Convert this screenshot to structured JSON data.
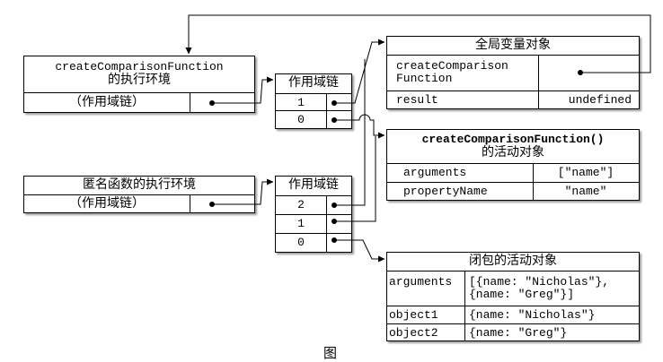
{
  "exec_context_1": {
    "line1": "createComparisonFunction",
    "line2": "的执行环境",
    "scope_label": "（作用域链）"
  },
  "exec_context_2": {
    "title": "匿名函数的执行环境",
    "scope_label": "（作用域链）"
  },
  "scope_chain_1": {
    "title": "作用域链",
    "rows": [
      "1",
      "0"
    ]
  },
  "scope_chain_2": {
    "title": "作用域链",
    "rows": [
      "2",
      "1",
      "0"
    ]
  },
  "global_object": {
    "title": "全局变量对象",
    "row1_name_line1": "createComparison",
    "row1_name_line2": "Function",
    "row2_name": "result",
    "row2_value": "undefined"
  },
  "activation_object": {
    "title_line1": "createComparisonFunction()",
    "title_line2": "的活动对象",
    "row1_name": "arguments",
    "row1_value": "[\"name\"]",
    "row2_name": "propertyName",
    "row2_value": "\"name\""
  },
  "closure_object": {
    "title": "闭包的活动对象",
    "row1_name": "arguments",
    "row1_value_line1": "[{name: \"Nicholas\"},",
    "row1_value_line2": "{name: \"Greg\"}]",
    "row2_name": "object1",
    "row2_value": "{name: \"Nicholas\"}",
    "row3_name": "object2",
    "row3_value": "{name: \"Greg\"}"
  },
  "caption": "图"
}
